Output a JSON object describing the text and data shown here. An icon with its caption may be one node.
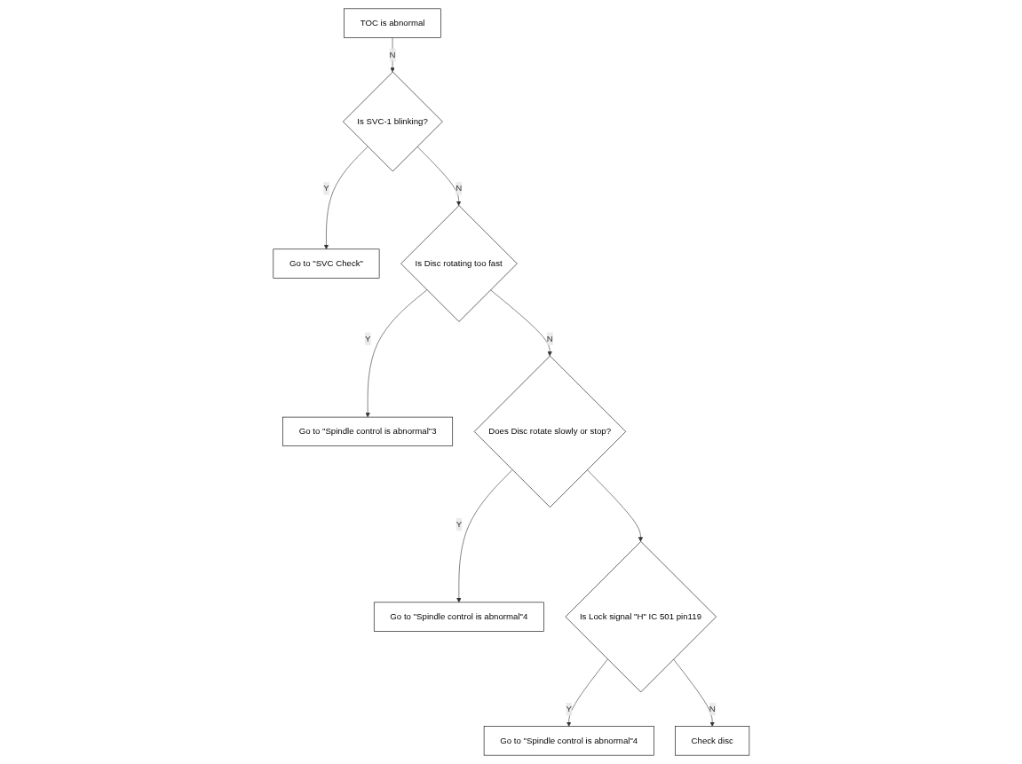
{
  "diagram": {
    "nodes": [
      {
        "text": [
          "TOC is abnormal"
        ]
      },
      {
        "text": [
          "Is SVC-1 blinking?"
        ]
      },
      {
        "text": [
          "Go to \"SVC Check\""
        ]
      },
      {
        "text": [
          "Is Disc rotating too fast"
        ]
      },
      {
        "text": [
          "Go to \"Spindle control is abnormal\"3"
        ]
      },
      {
        "text": [
          "Does Disc rotate slowly or stop?"
        ]
      },
      {
        "text": [
          "Go to \"Spindle control is abnormal\"4"
        ]
      },
      {
        "text": [
          "Is Lock signal \"H\" IC 501 pin119"
        ]
      },
      {
        "text": [
          "Go to \"Spindle control is abnormal\"4"
        ]
      },
      {
        "text": [
          "Check disc"
        ]
      }
    ],
    "edges": [
      {
        "from": 0,
        "to": 1,
        "arrow": "to",
        "label": "N"
      },
      {
        "from": 1,
        "to": 2,
        "arrow": "to",
        "label": "Y"
      },
      {
        "from": 1,
        "to": 3,
        "arrow": "to",
        "label": "N"
      },
      {
        "from": 3,
        "to": 4,
        "arrow": "to",
        "label": "Y"
      },
      {
        "from": 3,
        "to": 5,
        "arrow": "to",
        "label": "N"
      },
      {
        "from": 5,
        "to": 6,
        "arrow": "to",
        "label": "Y"
      },
      {
        "from": 5,
        "to": 7,
        "arrow": "to"
      },
      {
        "from": 7,
        "to": 8,
        "arrow": "to",
        "label": "Y"
      },
      {
        "from": 7,
        "to": 9,
        "arrow": "to",
        "label": "N"
      }
    ]
  }
}
